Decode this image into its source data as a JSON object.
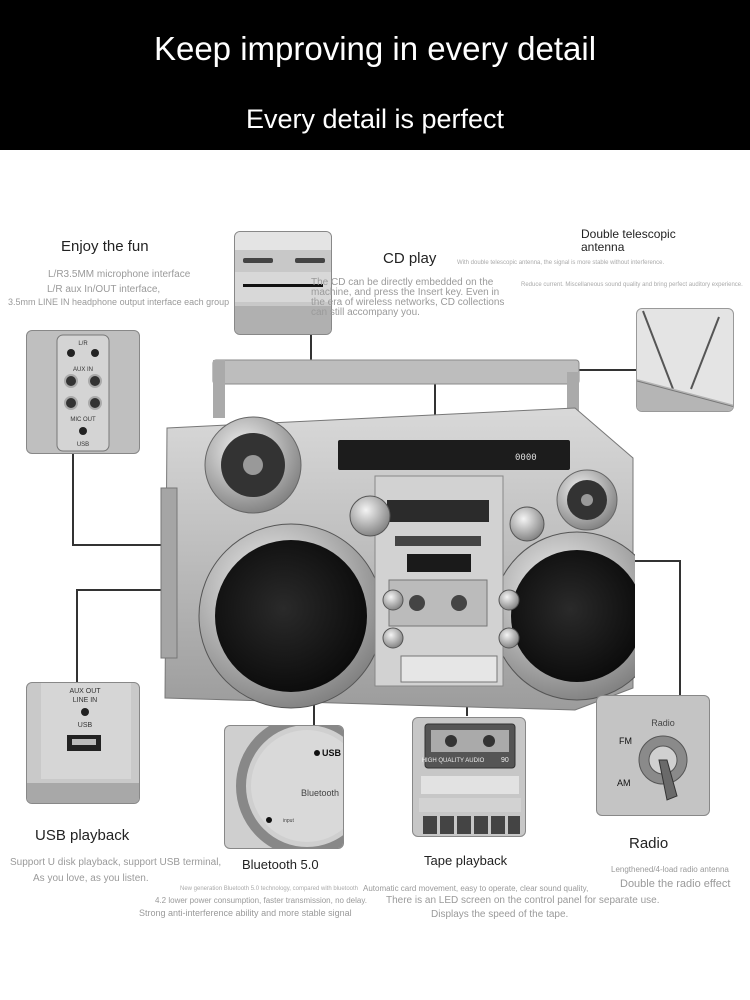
{
  "header": {
    "headline": "Keep improving in every detail",
    "subheadline": "Every detail is perfect"
  },
  "features": {
    "fun": {
      "title": "Enjoy the fun",
      "lines": [
        "L/R3.5MM microphone interface",
        "L/R aux In/OUT interface,",
        "3.5mm LINE IN headphone output interface each group"
      ]
    },
    "cd": {
      "title": "CD play",
      "lines": [
        "The CD can be directly embedded on the",
        "machine, and press the Insert key. Even in",
        "the era of wireless networks, CD collections",
        "can still accompany you."
      ]
    },
    "antenna": {
      "title": "Double telescopic antenna",
      "title_line1": "Double telescopic",
      "title_line2": "antenna",
      "line1": "With double telescopic antenna, the signal is more stable without interference.",
      "line2": "Reduce current. Miscellaneous sound quality and bring perfect auditory experience."
    },
    "usb": {
      "title": "USB playback",
      "lines": [
        "Support U disk playback, support USB terminal,",
        "As you love, as you listen."
      ]
    },
    "bluetooth": {
      "title": "Bluetooth 5.0",
      "lines": [
        "New generation Bluetooth 5.0 technology, compared with bluetooth",
        "4.2 lower power consumption, faster transmission, no delay.",
        "Strong anti-interference ability and more stable signal"
      ]
    },
    "tape": {
      "title": "Tape playback",
      "lines": [
        "Automatic card movement, easy to operate, clear sound quality,",
        "There is an LED screen on the control panel for separate use.",
        "Displays the speed of the tape."
      ]
    },
    "radio": {
      "title": "Radio",
      "lines": [
        "Lengthened/4-load radio antenna",
        "Double the radio effect"
      ]
    }
  },
  "thumb_labels": {
    "jack_top": "L/R",
    "jack_aux": "AUX IN",
    "jack_mic": "MIC OUT",
    "jack_usb": "USB",
    "usb_port_line1": "AUX OUT",
    "usb_port_line2": "LINE IN",
    "usb_port_label": "USB",
    "bt_usb": "USB",
    "bt_bluetooth": "Bluetooth",
    "bt_input": "input",
    "tape_brand": "HIGH QUALITY AUDIO",
    "tape_number": "90",
    "radio_label": "Radio",
    "radio_fm": "FM",
    "radio_am": "AM",
    "display_readout": "0000"
  }
}
